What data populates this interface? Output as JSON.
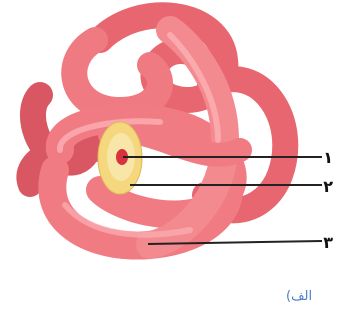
{
  "labels": [
    "١",
    "٢",
    "٣"
  ],
  "caption": "الف)",
  "colors": {
    "tube_fill": "#f07b82",
    "tube_dark": "#d95762",
    "tube_highlight": "#fbb0b3",
    "disc_ring": "#f5d77e",
    "disc_inner": "#f7e6a8",
    "disc_core": "#d8323e",
    "leader_line": "#222222",
    "caption_text": "#4a7fc0"
  }
}
